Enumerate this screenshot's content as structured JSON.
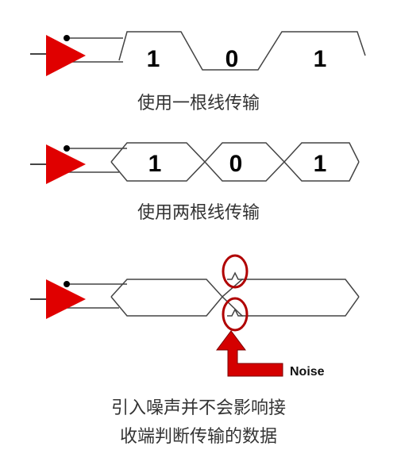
{
  "section1": {
    "bits": [
      "1",
      "0",
      "1"
    ],
    "caption": "使用一根线传输"
  },
  "section2": {
    "bits": [
      "1",
      "0",
      "1"
    ],
    "caption": "使用两根线传输"
  },
  "section3": {
    "noise_label": "Noise",
    "caption_line1": "引入噪声并不会影响接",
    "caption_line2": "收端判断传输的数据"
  },
  "colors": {
    "driver": "#e00000",
    "noise_circle": "#b00000",
    "arrow": "#d40000",
    "line": "#444444"
  },
  "icons": [
    "driver-triangle-icon",
    "noise-arrow-icon",
    "noise-circle-icon"
  ]
}
